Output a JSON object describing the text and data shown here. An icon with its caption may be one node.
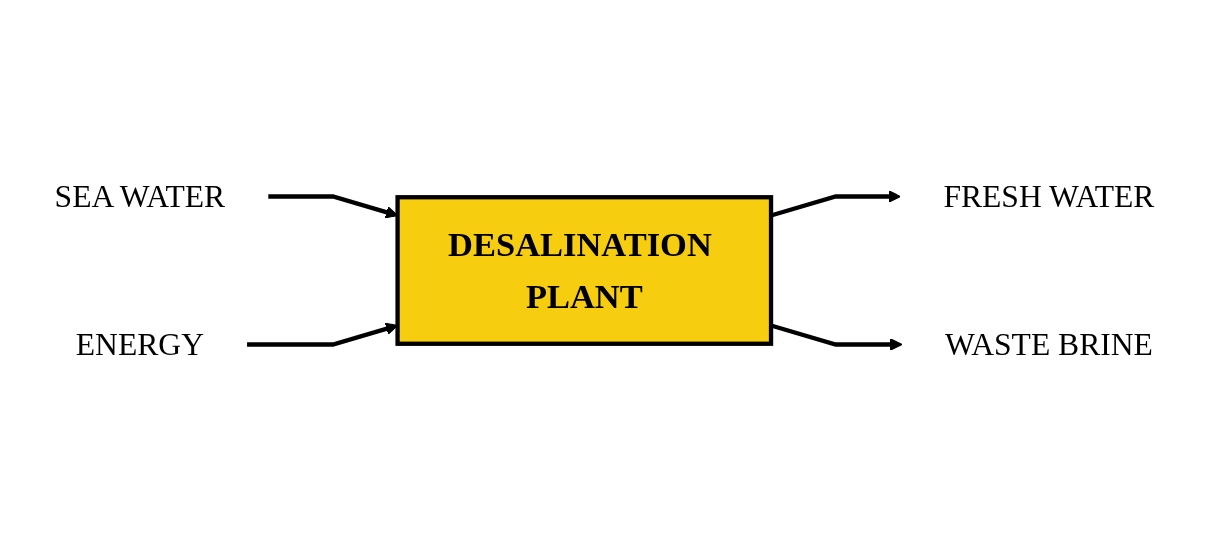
{
  "diagram": {
    "nodes": [
      {
        "text": [
          "SEA WATER"
        ]
      },
      {
        "text": [
          "ENERGY"
        ]
      },
      {
        "text": [
          "DESALINATION PLANT"
        ]
      },
      {
        "text": [
          "FRESH WATER"
        ]
      },
      {
        "text": [
          "WASTE BRINE"
        ]
      }
    ],
    "edges": [
      {
        "from": 0,
        "to": 2,
        "arrow": "to"
      },
      {
        "from": 1,
        "to": 2,
        "arrow": "to"
      },
      {
        "from": 2,
        "to": 3,
        "arrow": "to"
      },
      {
        "from": 2,
        "to": 4,
        "arrow": "to"
      }
    ]
  }
}
